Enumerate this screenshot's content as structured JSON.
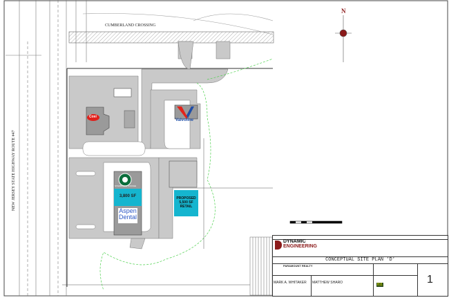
{
  "sheet": {
    "highway_label": "NEW JERSEY STATE HIGHWAY ROUTE #47",
    "street_label": "CUMBERLAND CROSSING",
    "north_label": "N"
  },
  "buildings": {
    "starbucks_label": "STARBUCKS COFFEE",
    "pad_area": "3,800 SF",
    "aspen_line1": "Aspen",
    "aspen_line2": "Dental",
    "proposed_line1": "PROPOSED",
    "proposed_line2": "5,500 SF",
    "proposed_line3": "RETAIL",
    "valvoline_label": "Valvoline",
    "restaurant_logo": "Cosi"
  },
  "title_block": {
    "firm_line1": "DYNAMIC",
    "firm_line2": "ENGINEERING",
    "sheet_title": "CONCEPTUAL SITE PLAN 'D'",
    "project": "PARAMOUNT REALTY",
    "engineer1": "MARK A. WHITAKER",
    "engineer2": "MATTHEW SHARO",
    "sheet_number": "1",
    "call_badge": "811"
  },
  "colors": {
    "teal": "#15b5cf",
    "paving": "#c9c9c9",
    "building": "#9a9a9a",
    "firm_red": "#8b1a1a",
    "valvoline_red": "#e2231a",
    "valvoline_blue": "#1f4fa8",
    "wetland": "#4cd04c"
  }
}
